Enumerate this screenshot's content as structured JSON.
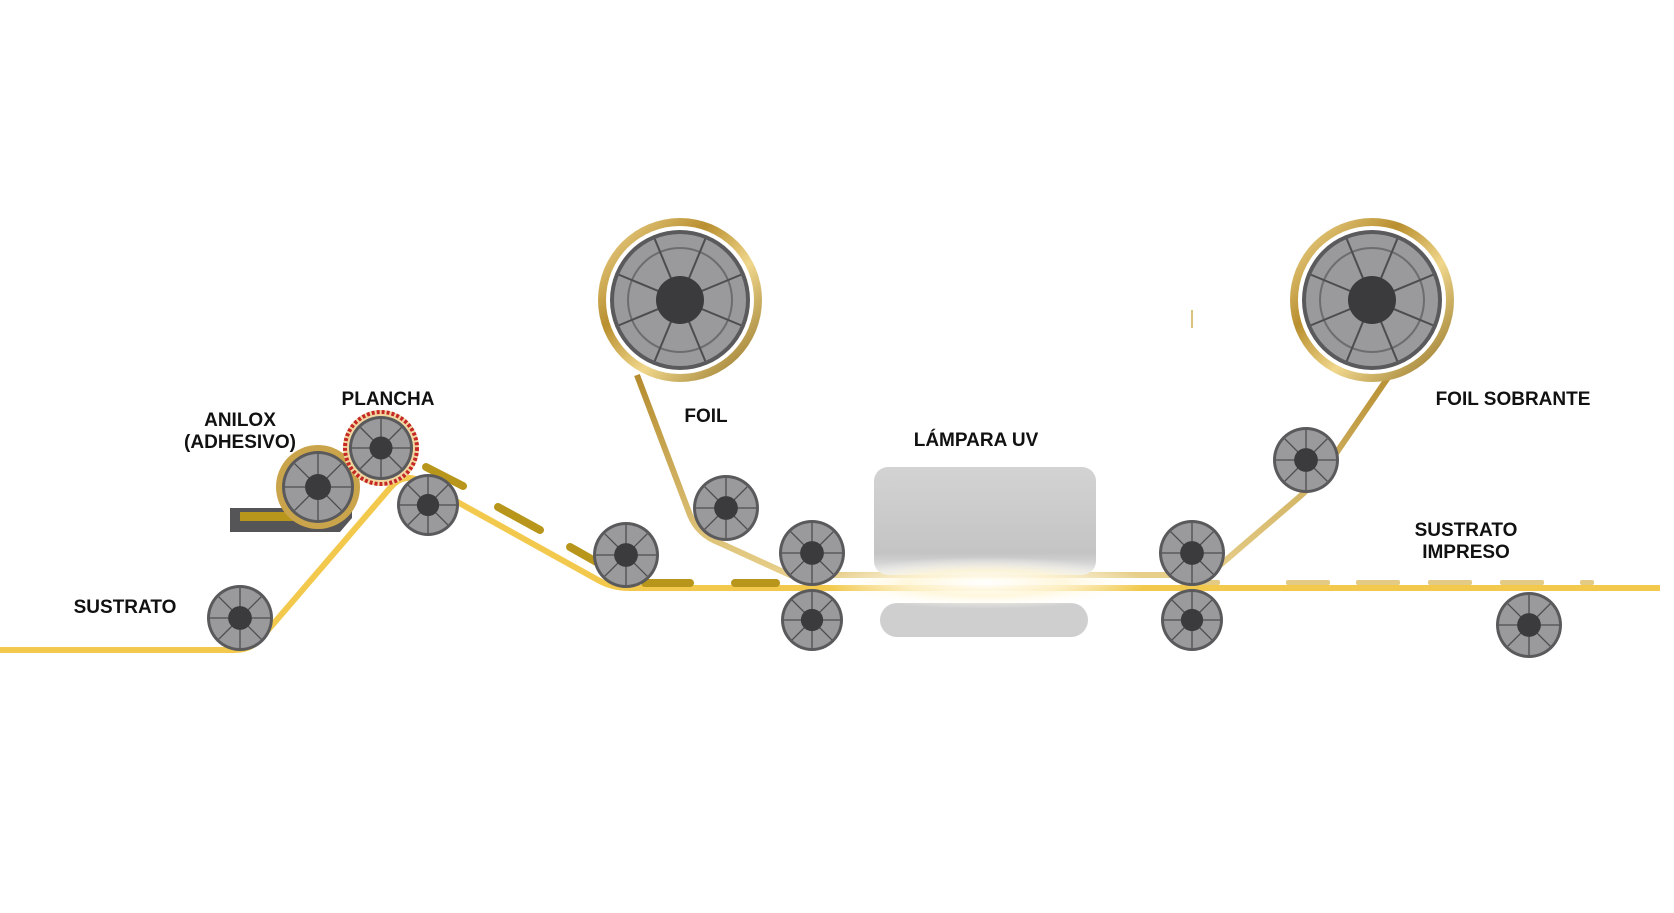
{
  "labels": {
    "sustrato": "SUSTRATO",
    "anilox_line1": "ANILOX",
    "anilox_line2": "(ADHESIVO)",
    "plancha": "PLANCHA",
    "foil": "FOIL",
    "lampara": "LÁMPARA UV",
    "foil_sobrante": "FOIL SOBRANTE",
    "sustrato_impreso_line1": "SUSTRATO",
    "sustrato_impreso_line2": "IMPRESO"
  },
  "colors": {
    "substrate": "#f2c94c",
    "adhesive": "#b8951b",
    "foil_gold": "#c9a44a",
    "foil_gold_light": "#eedb9a",
    "roller_face": "#9a9a9c",
    "roller_rim": "#5a5a5d",
    "roller_hub": "#3b3b3e",
    "plate_red": "#c62828",
    "lamp": "#cfcfcf",
    "tray": "#555557"
  },
  "icons": {
    "roller": "roller-icon",
    "reel": "reel-icon",
    "lamp": "uv-lamp-icon",
    "tray": "adhesive-tray-icon"
  }
}
